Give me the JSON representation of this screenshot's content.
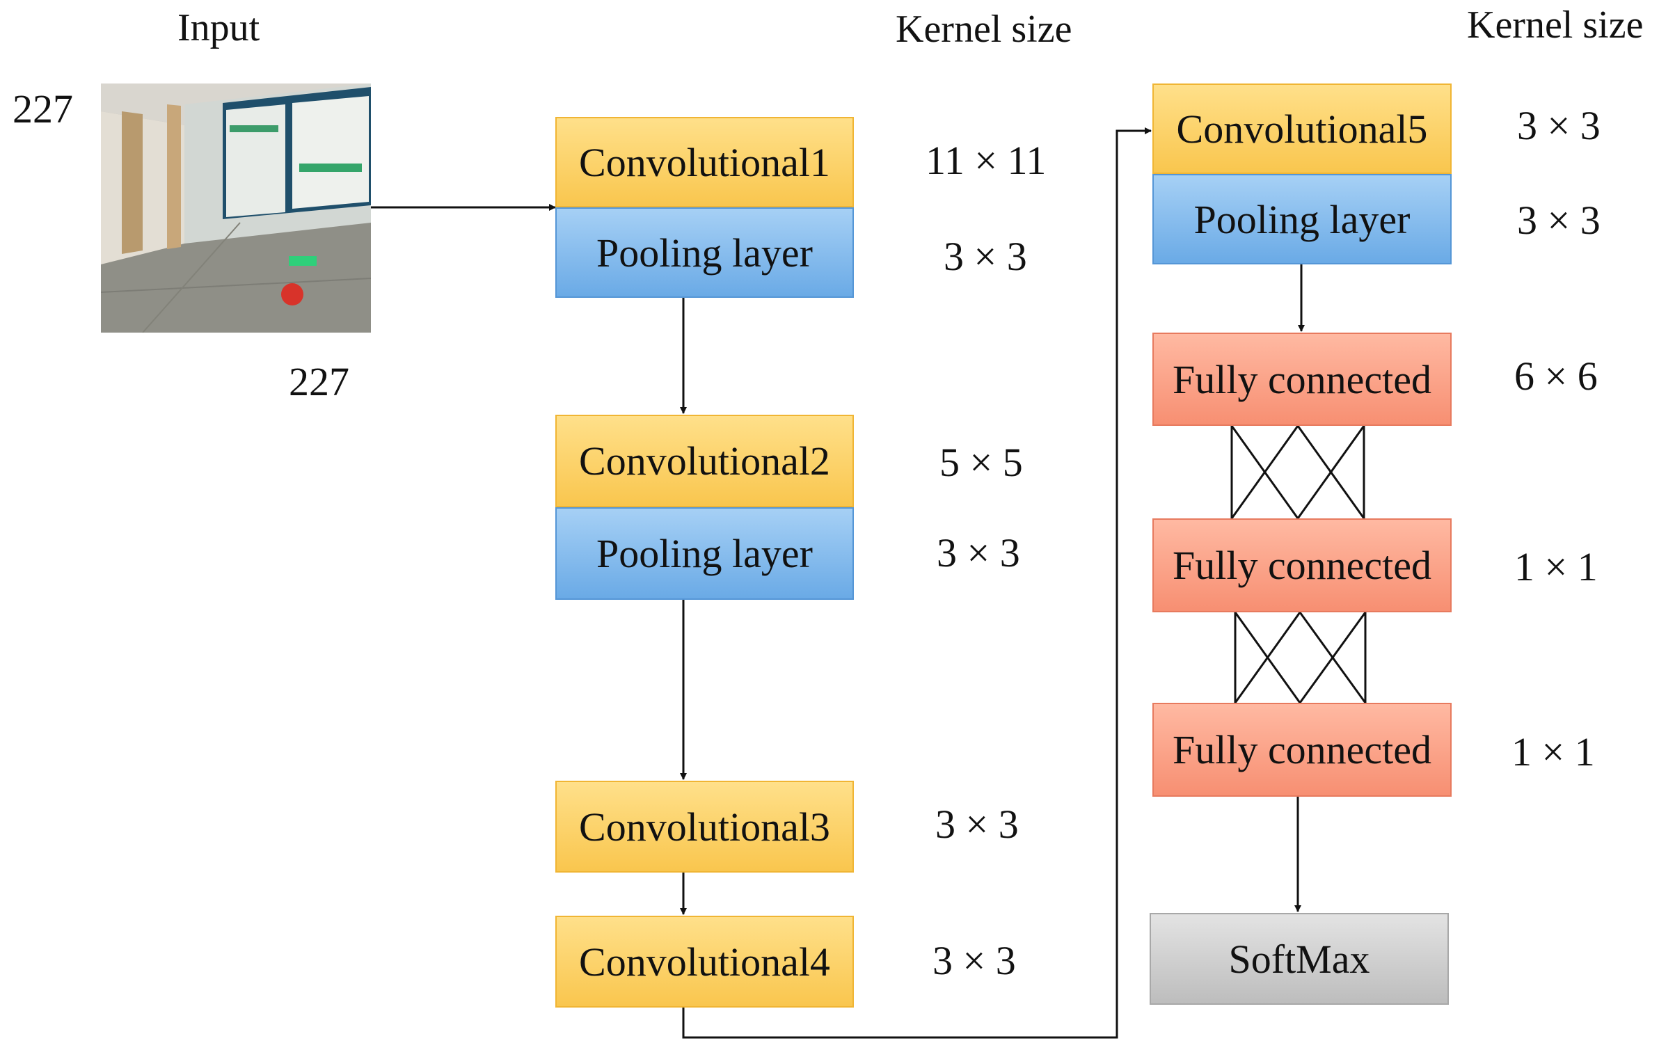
{
  "input": {
    "label": "Input",
    "height_label": "227",
    "width_label": "227"
  },
  "kernel_header_left": "Kernel size",
  "kernel_header_right": "Kernel size",
  "layers": {
    "conv1": {
      "label": "Convolutional1",
      "kernel": "11 × 11"
    },
    "pool1": {
      "label": "Pooling layer",
      "kernel": "3 × 3"
    },
    "conv2": {
      "label": "Convolutional2",
      "kernel": "5 × 5"
    },
    "pool2": {
      "label": "Pooling layer",
      "kernel": "3 × 3"
    },
    "conv3": {
      "label": "Convolutional3",
      "kernel": "3 × 3"
    },
    "conv4": {
      "label": "Convolutional4",
      "kernel": "3 × 3"
    },
    "conv5": {
      "label": "Convolutional5",
      "kernel": "3 × 3"
    },
    "pool5": {
      "label": "Pooling layer",
      "kernel": "3 × 3"
    },
    "fc1": {
      "label": "Fully connected",
      "kernel": "6 × 6"
    },
    "fc2": {
      "label": "Fully connected",
      "kernel": "1 × 1"
    },
    "fc3": {
      "label": "Fully connected",
      "kernel": "1 × 1"
    },
    "softmax": {
      "label": "SoftMax"
    }
  },
  "colors": {
    "conv": "#f9c64e",
    "pool": "#6aaae6",
    "fc": "#f78f72",
    "softmax": "#bdbdbd"
  }
}
